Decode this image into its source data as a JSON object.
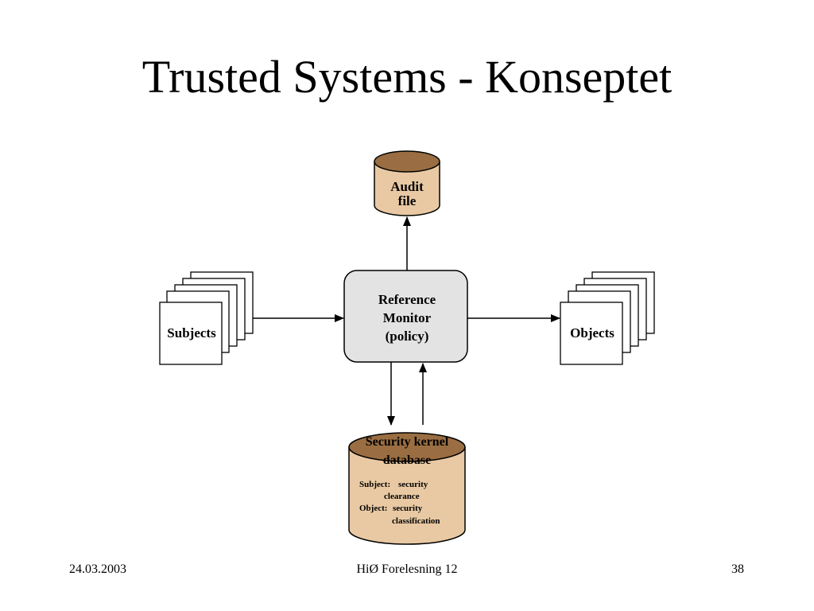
{
  "slide": {
    "title": "Trusted Systems - Konseptet"
  },
  "diagram": {
    "audit_file": {
      "line1": "Audit",
      "line2": "file"
    },
    "reference_monitor": {
      "line1": "Reference",
      "line2": "Monitor",
      "line3": "(policy)"
    },
    "subjects": "Subjects",
    "objects": "Objects",
    "security_db": {
      "line1": "Security kernel",
      "line2": "database",
      "subject_label": "Subject:",
      "subject_value_1": "security",
      "subject_value_2": "clearance",
      "object_label": "Object:",
      "object_value_1": "security",
      "object_value_2": "classification"
    },
    "colors": {
      "cylinder_body": "#e9c9a3",
      "cylinder_top": "#9a6e42",
      "monitor_fill": "#e3e3e3",
      "stroke": "#000000"
    }
  },
  "footer": {
    "date": "24.03.2003",
    "center": "HiØ Forelesning 12",
    "page": "38"
  }
}
